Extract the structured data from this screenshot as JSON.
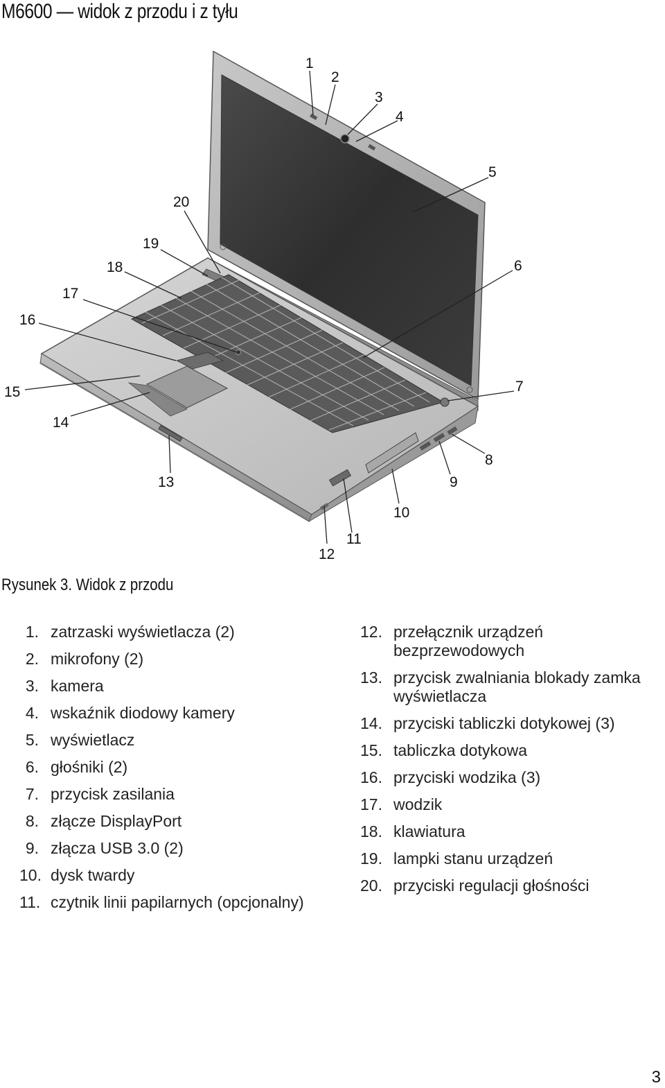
{
  "heading": "M6600 — widok z przodu i z tyłu",
  "caption": "Rysunek 3. Widok z przodu",
  "callout_numbers": [
    "1",
    "2",
    "3",
    "4",
    "5",
    "6",
    "7",
    "8",
    "9",
    "10",
    "11",
    "12",
    "13",
    "14",
    "15",
    "16",
    "17",
    "18",
    "19",
    "20"
  ],
  "legend_left": [
    {
      "num": "1.",
      "label": "zatrzaski wyświetlacza (2)"
    },
    {
      "num": "2.",
      "label": "mikrofony (2)"
    },
    {
      "num": "3.",
      "label": "kamera"
    },
    {
      "num": "4.",
      "label": "wskaźnik diodowy kamery"
    },
    {
      "num": "5.",
      "label": "wyświetlacz"
    },
    {
      "num": "6.",
      "label": "głośniki (2)"
    },
    {
      "num": "7.",
      "label": "przycisk zasilania"
    },
    {
      "num": "8.",
      "label": "złącze DisplayPort"
    },
    {
      "num": "9.",
      "label": "złącza USB 3.0 (2)"
    },
    {
      "num": "10.",
      "label": "dysk twardy"
    },
    {
      "num": "11.",
      "label": "czytnik linii papilarnych (opcjonalny)"
    }
  ],
  "legend_right": [
    {
      "num": "12.",
      "label": "przełącznik urządzeń bezprzewodowych"
    },
    {
      "num": "13.",
      "label": "przycisk zwalniania blokady zamka wyświetlacza"
    },
    {
      "num": "14.",
      "label": "przyciski tabliczki dotykowej (3)"
    },
    {
      "num": "15.",
      "label": "tabliczka dotykowa"
    },
    {
      "num": "16.",
      "label": "przyciski wodzika (3)"
    },
    {
      "num": "17.",
      "label": "wodzik"
    },
    {
      "num": "18.",
      "label": "klawiatura"
    },
    {
      "num": "19.",
      "label": "lampki stanu urządzeń"
    },
    {
      "num": "20.",
      "label": "przyciski regulacji głośności"
    }
  ],
  "page_number": "3"
}
